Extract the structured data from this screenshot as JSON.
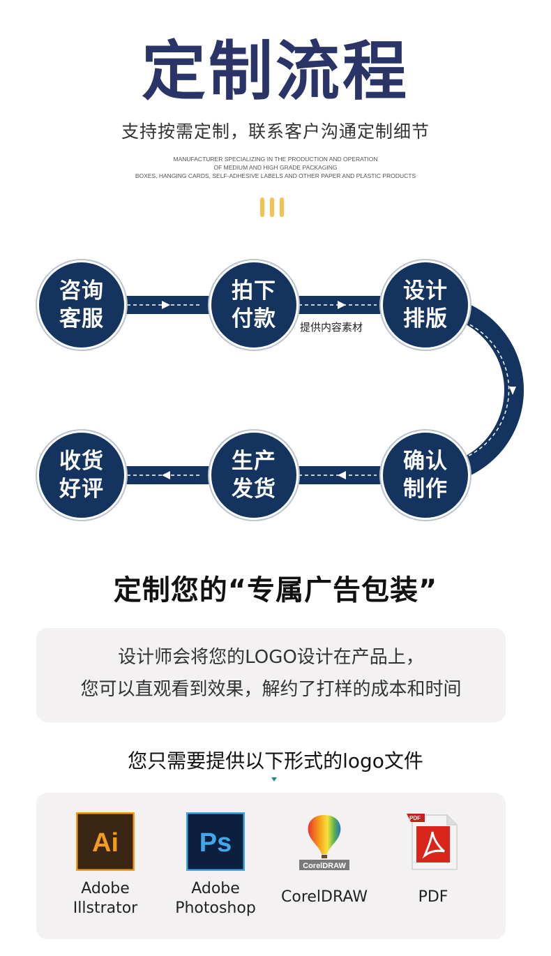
{
  "header": {
    "title": "定制流程",
    "subtitle": "支持按需定制，联系客户沟通定制细节",
    "english": [
      "MANUFACTURER SPECIALIZING IN THE PRODUCTION AND OPERATION",
      "OF MEDIUM AND HIGH GRADE PACKAGING",
      "BOXES, HANGING CARDS, SELF-ADHESIVE LABELS AND OTHER PAPER AND PLASTIC PRODUCTS"
    ]
  },
  "flow": {
    "steps": [
      {
        "line1": "咨询",
        "line2": "客服"
      },
      {
        "line1": "拍下",
        "line2": "付款"
      },
      {
        "line1": "设计",
        "line2": "排版"
      },
      {
        "line1": "确认",
        "line2": "制作"
      },
      {
        "line1": "生产",
        "line2": "发货"
      },
      {
        "line1": "收货",
        "line2": "好评"
      }
    ],
    "note": "提供内容素材"
  },
  "section2": {
    "title": "定制您的“专属广告包装”",
    "lines": [
      "设计师会将您的LOGO设计在产品上，",
      "您可以直观看到效果，解约了打样的成本和时间"
    ]
  },
  "section3": {
    "title": "您只需要提供以下形式的logo文件",
    "formats": [
      {
        "icon": "adobe-illustrator-icon",
        "icon_text": "Ai",
        "label1": "Adobe",
        "label2": "Illstrator"
      },
      {
        "icon": "adobe-photoshop-icon",
        "icon_text": "Ps",
        "label1": "Adobe",
        "label2": "Photoshop"
      },
      {
        "icon": "coreldraw-icon",
        "icon_text": "CorelDRAW",
        "label1": "CorelDRAW"
      },
      {
        "icon": "pdf-icon",
        "icon_text": "PDF",
        "label1": "PDF"
      }
    ]
  },
  "colors": {
    "title": "#2b3467",
    "circle": "#14335e",
    "accent_bars": "#f3c24f",
    "box_bg": "#f3f1f2"
  }
}
